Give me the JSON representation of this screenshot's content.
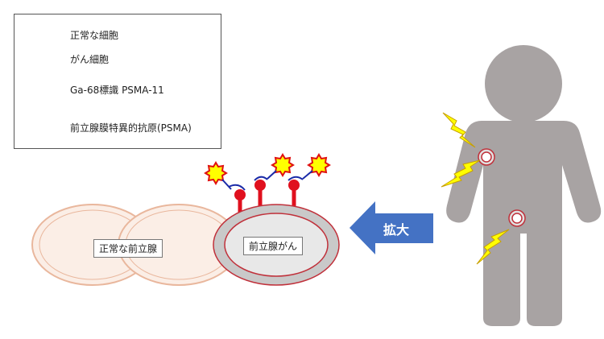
{
  "legend": {
    "items": [
      {
        "icon": "normal-cell-icon",
        "label": "正常な細胞"
      },
      {
        "icon": "cancer-cell-icon",
        "label": "がん細胞"
      },
      {
        "icon": "ga68-tracer-icon",
        "label": "Ga-68標識 PSMA-11"
      },
      {
        "icon": "psma-antigen-icon",
        "label": "前立腺膜特異的抗原(PSMA)"
      }
    ]
  },
  "cells": {
    "normal_label": "正常な前立腺",
    "cancer_label": "前立腺がん"
  },
  "arrow": {
    "label": "拡大"
  },
  "colors": {
    "normal_fill": "#fbeee6",
    "normal_stroke": "#e9b79d",
    "cancer_outer": "#c9c9c9",
    "cancer_stroke": "#c0303a",
    "antigen_red": "#e0101e",
    "tracer_yellow": "#ffff00",
    "tracer_red": "#e01010",
    "linker_blue": "#1a2aa8",
    "arrow_blue": "#4472c4",
    "person_gray": "#a8a3a3",
    "lightning_yellow": "#ffff00"
  }
}
